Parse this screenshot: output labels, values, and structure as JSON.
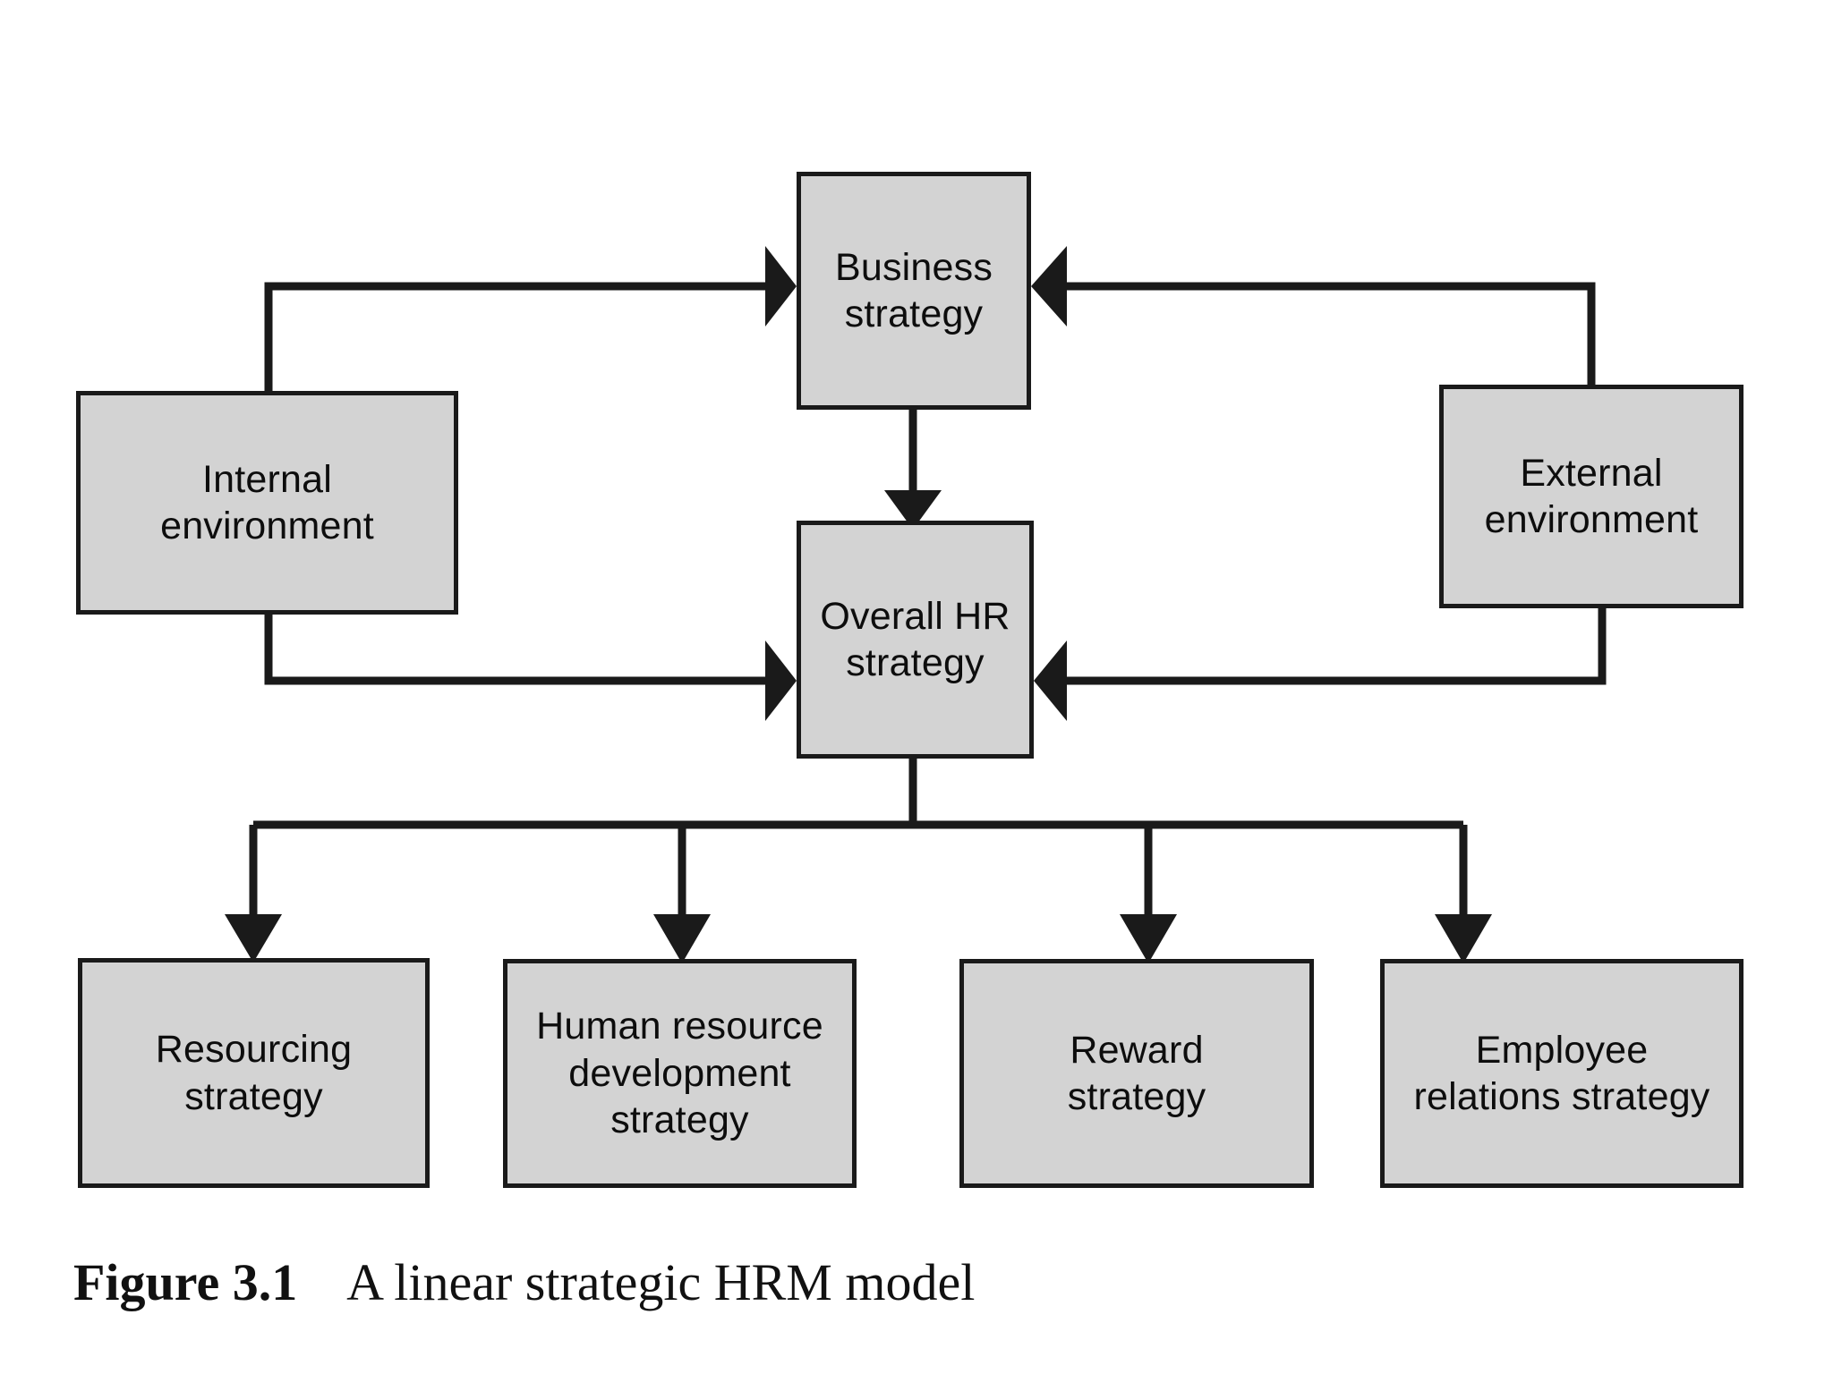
{
  "figure": {
    "number": "Figure 3.1",
    "gap": "    ",
    "title": "A linear strategic HRM model"
  },
  "colors": {
    "box_fill": "#d3d3d3",
    "box_stroke": "#1a1a1a",
    "connector": "#1a1a1a",
    "text": "#0d0d0d",
    "background": "#ffffff"
  },
  "diagram": {
    "type": "flowchart",
    "nodes": {
      "business_strategy": {
        "line1": "Business",
        "line2": "strategy"
      },
      "internal_environment": {
        "line1": "Internal",
        "line2": "environment"
      },
      "external_environment": {
        "line1": "External",
        "line2": "environment"
      },
      "overall_hr_strategy": {
        "line1": "Overall HR",
        "line2": "strategy"
      },
      "resourcing_strategy": {
        "line1": "Resourcing",
        "line2": "strategy"
      },
      "hrd_strategy": {
        "line1": "Human resource",
        "line2": "development",
        "line3": "strategy"
      },
      "reward_strategy": {
        "line1": "Reward",
        "line2": "strategy"
      },
      "employee_relations_strategy": {
        "line1": "Employee",
        "line2": "relations strategy"
      }
    },
    "edges": [
      {
        "from": "internal_environment",
        "to": "business_strategy",
        "style": "elbow",
        "arrow": "to"
      },
      {
        "from": "internal_environment",
        "to": "overall_hr_strategy",
        "style": "elbow",
        "arrow": "to"
      },
      {
        "from": "external_environment",
        "to": "business_strategy",
        "style": "elbow",
        "arrow": "to"
      },
      {
        "from": "external_environment",
        "to": "overall_hr_strategy",
        "style": "elbow",
        "arrow": "to"
      },
      {
        "from": "business_strategy",
        "to": "overall_hr_strategy",
        "style": "straight",
        "arrow": "to"
      },
      {
        "from": "overall_hr_strategy",
        "to": "resourcing_strategy",
        "style": "bus",
        "arrow": "to"
      },
      {
        "from": "overall_hr_strategy",
        "to": "hrd_strategy",
        "style": "bus",
        "arrow": "to"
      },
      {
        "from": "overall_hr_strategy",
        "to": "reward_strategy",
        "style": "bus",
        "arrow": "to"
      },
      {
        "from": "overall_hr_strategy",
        "to": "employee_relations_strategy",
        "style": "bus",
        "arrow": "to"
      }
    ]
  }
}
